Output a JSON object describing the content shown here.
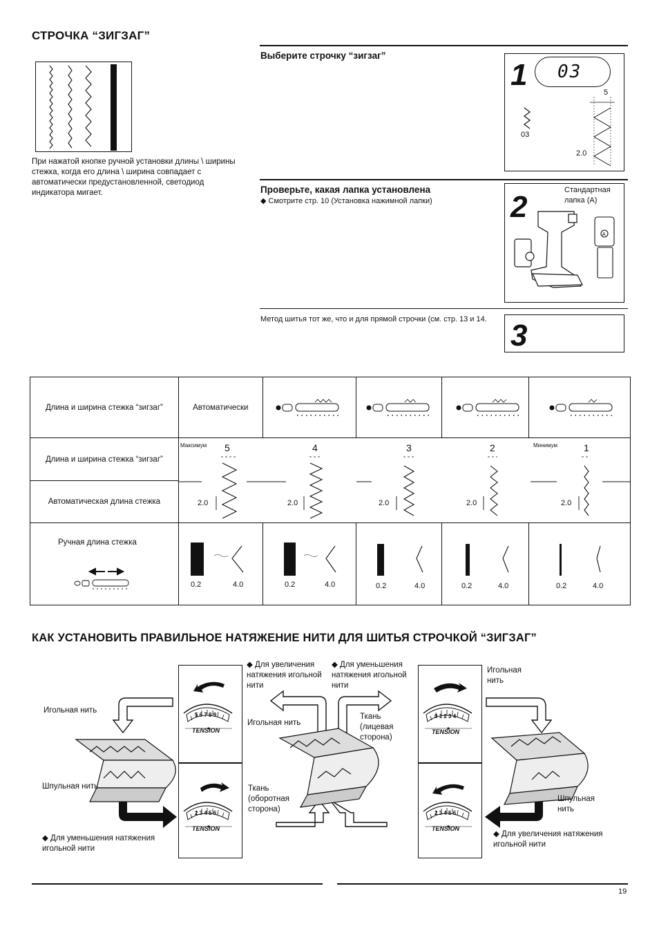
{
  "section1": {
    "title": "СТРОЧКА “ЗИГЗАГ”",
    "note": "При нажатой кнопке ручной установки длины \\ ширины стежка, когда его длина \\ ширина совпадает с автоматически предустановленной, светодиод индикатора мигает."
  },
  "steps": [
    {
      "number": "1",
      "heading": "Выберите строчку “зигзаг”",
      "display": "03",
      "pattern_code": "03",
      "width_value": "5",
      "length_value": "2.0"
    },
    {
      "number": "2",
      "heading": "Проверьте, какая лапка установлена",
      "bullet": "Смотрите стр.  10 (Установка нажимной лапки)",
      "foot_label": "Стандартная лапка (A)",
      "foot_letter": "A"
    },
    {
      "number": "3",
      "text": "Метод шитья тот же, что и для прямой строчки (см. стр. 13  и 14."
    }
  ],
  "table": {
    "row1_label": "Длина и ширина стежка “зигзаг”",
    "auto_label": "Автоматически",
    "row2_label": "Длина и ширина стежка “зигзаг”",
    "row3_label": "Автоматическая длина стежка",
    "row4_label": "Ручная длина стежка",
    "max_label": "Максимум",
    "min_label": "Минимум",
    "widths": [
      "5",
      "4",
      "3",
      "2",
      "1"
    ],
    "auto_length": "2.0",
    "manual_min": "0.2",
    "manual_max": "4.0"
  },
  "section2": {
    "title": "КАК УСТАНОВИТЬ ПРАВИЛЬНОЕ НАТЯЖЕНИЕ НИТИ ДЛЯ ШИТЬЯ СТРОЧКОЙ “ЗИГЗАГ”",
    "left_needle_thread": "Игольная нить",
    "left_bobbin_thread": "Шпульная нить",
    "left_decrease": "Для уменьшения натяжения игольной нити",
    "mid_increase": "Для увеличения натяжения игольной нити",
    "mid_decrease": "Для уменьшения натяжения игольной нити",
    "mid_needle_thread": "Игольная нить",
    "fabric_face": "Ткань (лицевая сторона)",
    "fabric_back": "Ткань (оборотная сторона)",
    "right_needle_thread": "Игольная нить",
    "right_bobbin_thread": "Шпульная нить",
    "right_increase": "Для увеличения натяжения игольной нити",
    "tension_label": "TENSION",
    "dial_top_left": "5 6 7 8 9",
    "dial_bottom_left": "2 3 4 5 6",
    "dial_top_right": "0 1 2 3 4",
    "dial_bottom_right": "2 3 4 5 6"
  },
  "footer": {
    "page_number": "19"
  }
}
